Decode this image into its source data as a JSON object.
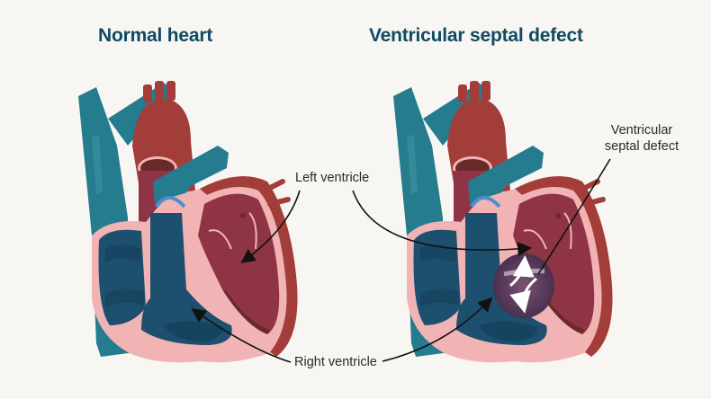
{
  "titles": {
    "left": "Normal heart",
    "right": "Ventricular septal defect"
  },
  "labels": {
    "left_ventricle": "Left ventricle",
    "right_ventricle": "Right ventricle",
    "vsd_line1": "Ventricular",
    "vsd_line2": "septal defect"
  },
  "colors": {
    "background": "#f8f6f2",
    "title": "#0f4a63",
    "deoxygenated": "#267c8f",
    "deoxygenated_dark": "#1d4f6e",
    "oxygenated": "#a23d3a",
    "oxygenated_chamber": "#8f3445",
    "myocardium": "#f2b3b5",
    "valve": "#4b8fd0",
    "defect": "#5a3a55"
  }
}
